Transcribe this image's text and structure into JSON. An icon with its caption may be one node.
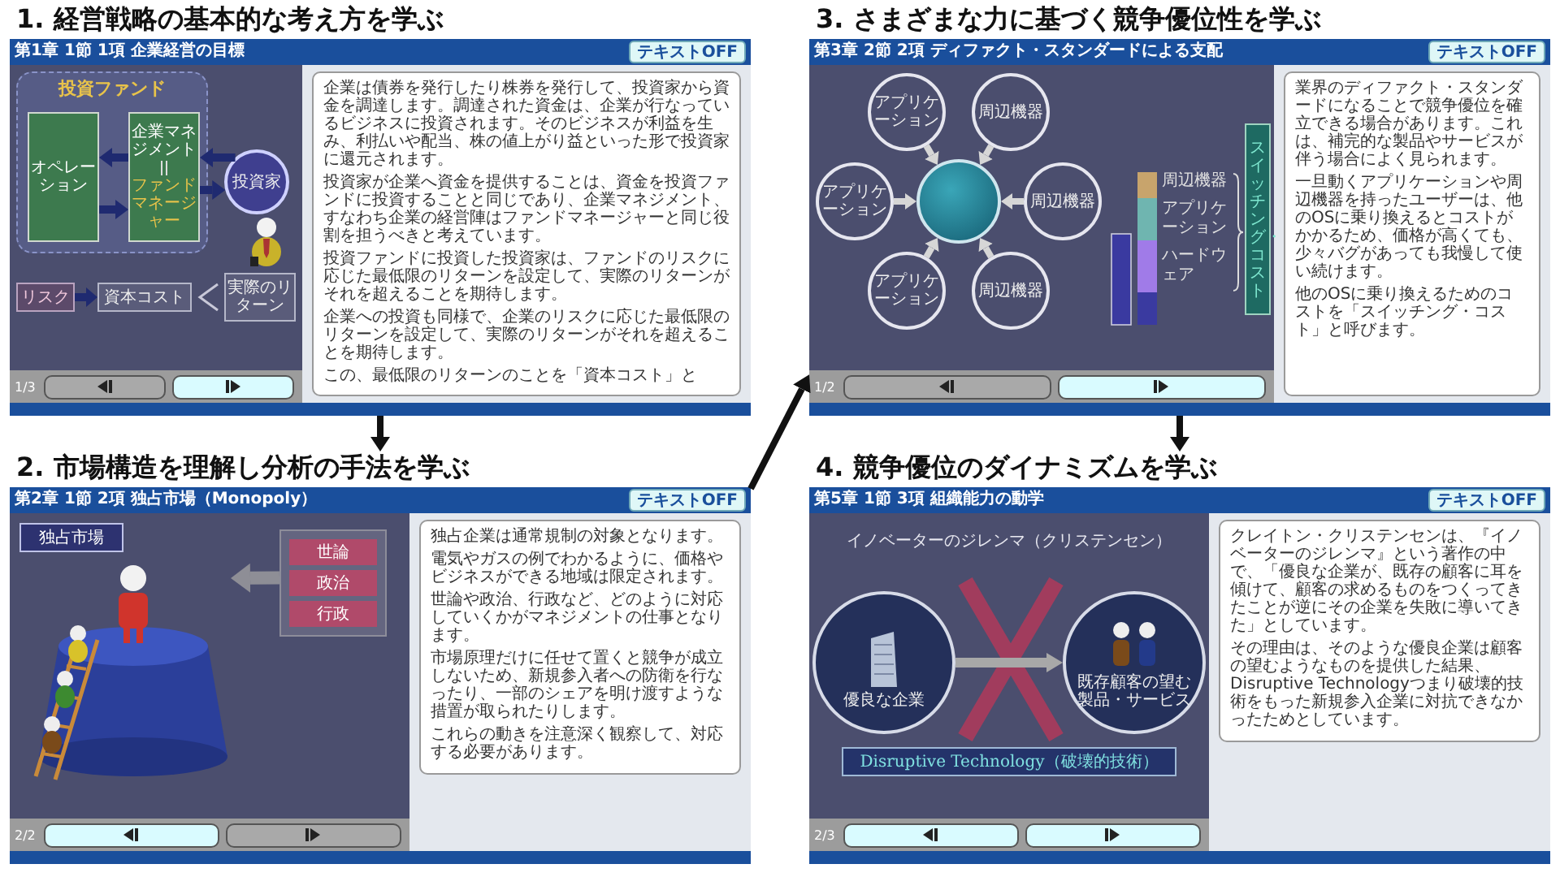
{
  "diagram": {
    "nodes": [
      {
        "text": [
          "1. 経営戦略の基本的な考え方を学ぶ",
          "第1章 1節 1項 企業経営の目標",
          "テキストOFF",
          "1/3"
        ]
      },
      {
        "text": [
          "企業は債券を発行したり株券を発行して、投資家から資金を調達します。調達された資金は、企業が行なっているビジネスに投資されます。そのビジネスが利益を生み、利払いや配当、株の値上がり益といった形で投資家に還元されます。",
          "投資家が企業へ資金を提供することは、資金を投資ファンドに投資することと同じであり、企業マネジメント、すなわち企業の経営陣はファンドマネージャーと同じ役割を担うべきと考えています。",
          "投資ファンドに投資した投資家は、ファンドのリスクに応じた最低限のリターンを設定して、実際のリターンがそれを超えることを期待します。",
          "企業への投資も同様で、企業のリスクに応じた最低限のリターンを設定して、実際のリターンがそれを超えることを期待します。",
          "この、最低限のリターンのことを「資本コスト」と"
        ],
        "in": 0
      },
      {
        "text": [
          "投資ファンド"
        ],
        "in": 0
      },
      {
        "text": [
          "オペレーション"
        ],
        "in": 2
      },
      {
        "text": [
          "企業マネジメント",
          "ファンドマネージャー"
        ],
        "in": 2
      },
      {
        "text": [
          "投資家"
        ],
        "in": 0
      },
      {
        "text": [
          "リスク"
        ],
        "in": 0
      },
      {
        "text": [
          "資本コスト"
        ],
        "in": 0
      },
      {
        "text": [
          "実際のリターン"
        ],
        "in": 0
      },
      {
        "text": [
          "2. 市場構造を理解し分析の手法を学ぶ",
          "第2章 1節 2項 独占市場（Monopoly）",
          "テキストOFF",
          "2/2"
        ]
      },
      {
        "text": [
          "独占企業は通常規制の対象となります。",
          "電気やガスの例でわかるように、価格やビジネスができる地域は限定されます。",
          "世論や政治、行政など、どのように対応していくかがマネジメントの仕事となります。",
          "市場原理だけに任せて置くと競争が成立しないため、新規参入者への防衛を行なったり、一部のシェアを明け渡すような措置が取られたりします。",
          "これらの動きを注意深く観察して、対応する必要があります。"
        ],
        "in": 9
      },
      {
        "text": [
          "独占市場"
        ],
        "in": 9
      },
      {
        "text": [],
        "shape": "box",
        "in": 9
      },
      {
        "text": [
          "世論"
        ],
        "in": 12
      },
      {
        "text": [
          "政治"
        ],
        "in": 12
      },
      {
        "text": [
          "行政"
        ],
        "in": 12
      },
      {
        "text": [],
        "shape": "picture",
        "in": 9
      },
      {
        "text": [
          "3. さまざまな力に基づく競争優位性を学ぶ",
          "第3章 2節 2項 ディファクト・スタンダードによる支配",
          "テキストOFF",
          "1/2"
        ]
      },
      {
        "text": [
          "業界のディファクト・スタンダードになることで競争優位を確立できる場合があります。これは、補完的な製品やサービスが伴う場合によく見られます。",
          "一旦動くアプリケーションや周辺機器を持ったユーザーは、他のOSに乗り換えるとコストがかかるため、価格が高くても、少々バグがあっても我慢して使い続けます。",
          "他のOSに乗り換えるためのコストを「スイッチング・コスト」と呼びます。"
        ],
        "in": 17
      },
      {
        "text": [
          "アプリケーション"
        ],
        "in": 17
      },
      {
        "text": [
          "周辺機器"
        ],
        "in": 17
      },
      {
        "text": [
          "アプリケーション"
        ],
        "in": 17
      },
      {
        "text": [],
        "shape": "circle",
        "in": 17
      },
      {
        "text": [
          "周辺機器"
        ],
        "in": 17
      },
      {
        "text": [
          "アプリケーション"
        ],
        "in": 17
      },
      {
        "text": [
          "周辺機器"
        ],
        "in": 17
      },
      {
        "text": [
          "スイッチング・コスト"
        ],
        "in": 17
      },
      {
        "text": [
          "4. 競争優位のダイナミズムを学ぶ",
          "第5章 1節 3項 組織能力の動学",
          "テキストOFF",
          "2/3"
        ]
      },
      {
        "text": [
          "クレイトン・クリステンセンは、『イノベーターのジレンマ』という著作の中で、「優良な企業が、既存の顧客に耳を傾けて、顧客の求めるものをつくってきたことが逆にその企業を失敗に導いてきた」としています。",
          "その理由は、そのような優良企業は顧客の望むようなものを提供した結果、Disruptive Technologyつまり破壊的技術をもった新規参入企業に対抗できなかったためとしています。"
        ],
        "in": 27
      },
      {
        "text": [
          "優良な企業"
        ],
        "in": 27
      },
      {
        "text": [
          "既存顧客の望む製品・サービス"
        ],
        "in": 27
      },
      {
        "text": [
          "Disruptive Technology（破壊的技術）"
        ],
        "in": 27
      }
    ],
    "edges": [
      {
        "from": 4,
        "to": 3,
        "arrow": "to",
        "color": "#1f2a70"
      },
      {
        "from": 3,
        "to": 4,
        "arrow": "to",
        "color": "#1f2a70"
      },
      {
        "from": 5,
        "to": 4,
        "arrow": "to",
        "color": "#1f2a70"
      },
      {
        "from": 4,
        "to": 5,
        "arrow": "to",
        "color": "#1f2a70"
      },
      {
        "from": 6,
        "to": 7,
        "arrow": "to",
        "color": "#1f2a70"
      },
      {
        "from": 12,
        "to": 16,
        "arrow": "to",
        "style": "thick",
        "color": "#8e8e96"
      },
      {
        "from": 19,
        "to": 22,
        "arrow": "to"
      },
      {
        "from": 20,
        "to": 22,
        "arrow": "to"
      },
      {
        "from": 21,
        "to": 22,
        "arrow": "to"
      },
      {
        "from": 23,
        "to": 22,
        "arrow": "to"
      },
      {
        "from": 24,
        "to": 22,
        "arrow": "to"
      },
      {
        "from": 25,
        "to": 22,
        "arrow": "to"
      },
      {
        "from": 29,
        "to": 30,
        "arrow": "to",
        "color": "#a8a8a8"
      },
      {
        "from": 0,
        "to": 9,
        "arrow": "to",
        "color": "#111111"
      },
      {
        "from": 9,
        "to": 17,
        "arrow": "to",
        "color": "#111111"
      },
      {
        "from": 17,
        "to": 27,
        "arrow": "to",
        "color": "#111111"
      }
    ],
    "labels": [
      "周辺機器",
      "アプリケーション",
      "ハードウェア",
      "イノベーターのジレンマ（クリステンセン）"
    ]
  }
}
